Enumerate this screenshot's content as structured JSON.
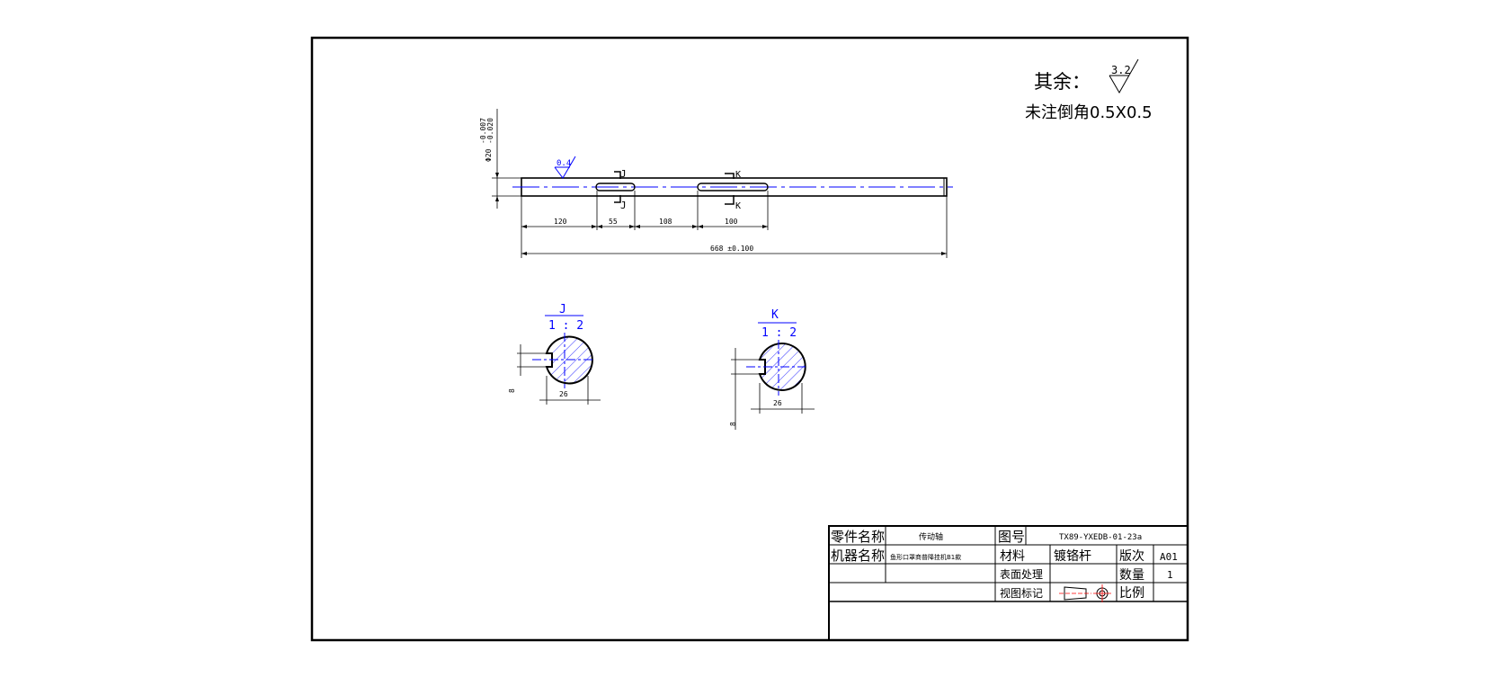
{
  "notes": {
    "roughness_prefix": "其余：",
    "roughness_value": "3.2",
    "chamfer_note": "未注倒角0.5X0.5"
  },
  "shaft": {
    "diameter_label": "Φ20",
    "tolerance_upper": "-0.007",
    "tolerance_lower": "-0.020",
    "local_roughness": "0.4",
    "section_j_mark": "J",
    "section_k_mark": "K",
    "dims": [
      "120",
      "55",
      "108",
      "100"
    ],
    "overall_length": "668 ±0.100"
  },
  "section_j": {
    "name": "J",
    "scale": "1 : 2",
    "width": "26",
    "depth": "8"
  },
  "section_k": {
    "name": "K",
    "scale": "1 : 2",
    "width": "26",
    "depth": "8"
  },
  "title_block": {
    "part_name_label": "零件名称",
    "part_name_value": "传动轴",
    "drawing_no_label": "图号",
    "drawing_no_value": "TX89-YXEDB-01-23a",
    "machine_name_label": "机器名称",
    "machine_name_value": "鱼形口罩商普降挂机B1款",
    "material_label": "材料",
    "material_value": "镀铬杆",
    "version_label": "版次",
    "version_value": "A01",
    "surface_label": "表面处理",
    "quantity_label": "数量",
    "quantity_value": "1",
    "view_mark_label": "视图标记",
    "scale_label": "比例"
  }
}
